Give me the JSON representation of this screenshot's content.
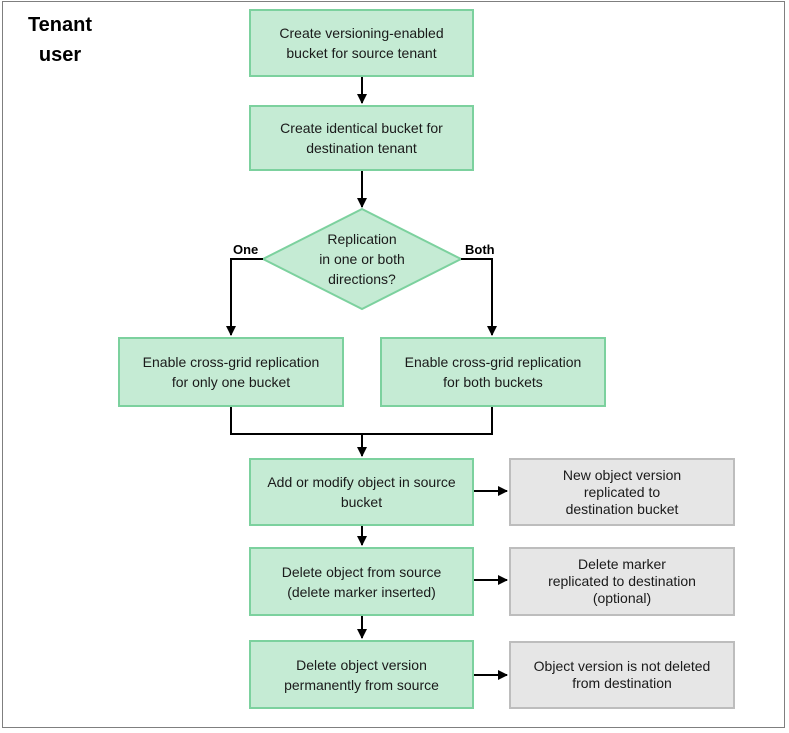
{
  "title": "Tenant\nuser",
  "steps": {
    "create_source": "Create versioning-enabled\nbucket for source tenant",
    "create_dest": "Create identical bucket for\ndestination tenant",
    "decision": "Replication\nin one or both\ndirections?",
    "branch_one": "One",
    "branch_both": "Both",
    "enable_one": "Enable cross-grid replication\nfor only one bucket",
    "enable_both": "Enable cross-grid replication\nfor both buckets",
    "add_modify": "Add or modify object in source\nbucket",
    "delete_object": "Delete object from source\n(delete marker inserted)",
    "delete_version": "Delete object version\npermanently from source"
  },
  "results": {
    "new_version": "New object version\nreplicated to\ndestination bucket",
    "delete_marker": "Delete marker\nreplicated to destination\n(optional)",
    "not_deleted": "Object version is not deleted\nfrom destination"
  },
  "colors": {
    "step_fill": "#c5ebd4",
    "step_border": "#7cd19e",
    "result_fill": "#e6e6e6",
    "result_border": "#bdbdbd",
    "connector": "#000000"
  }
}
